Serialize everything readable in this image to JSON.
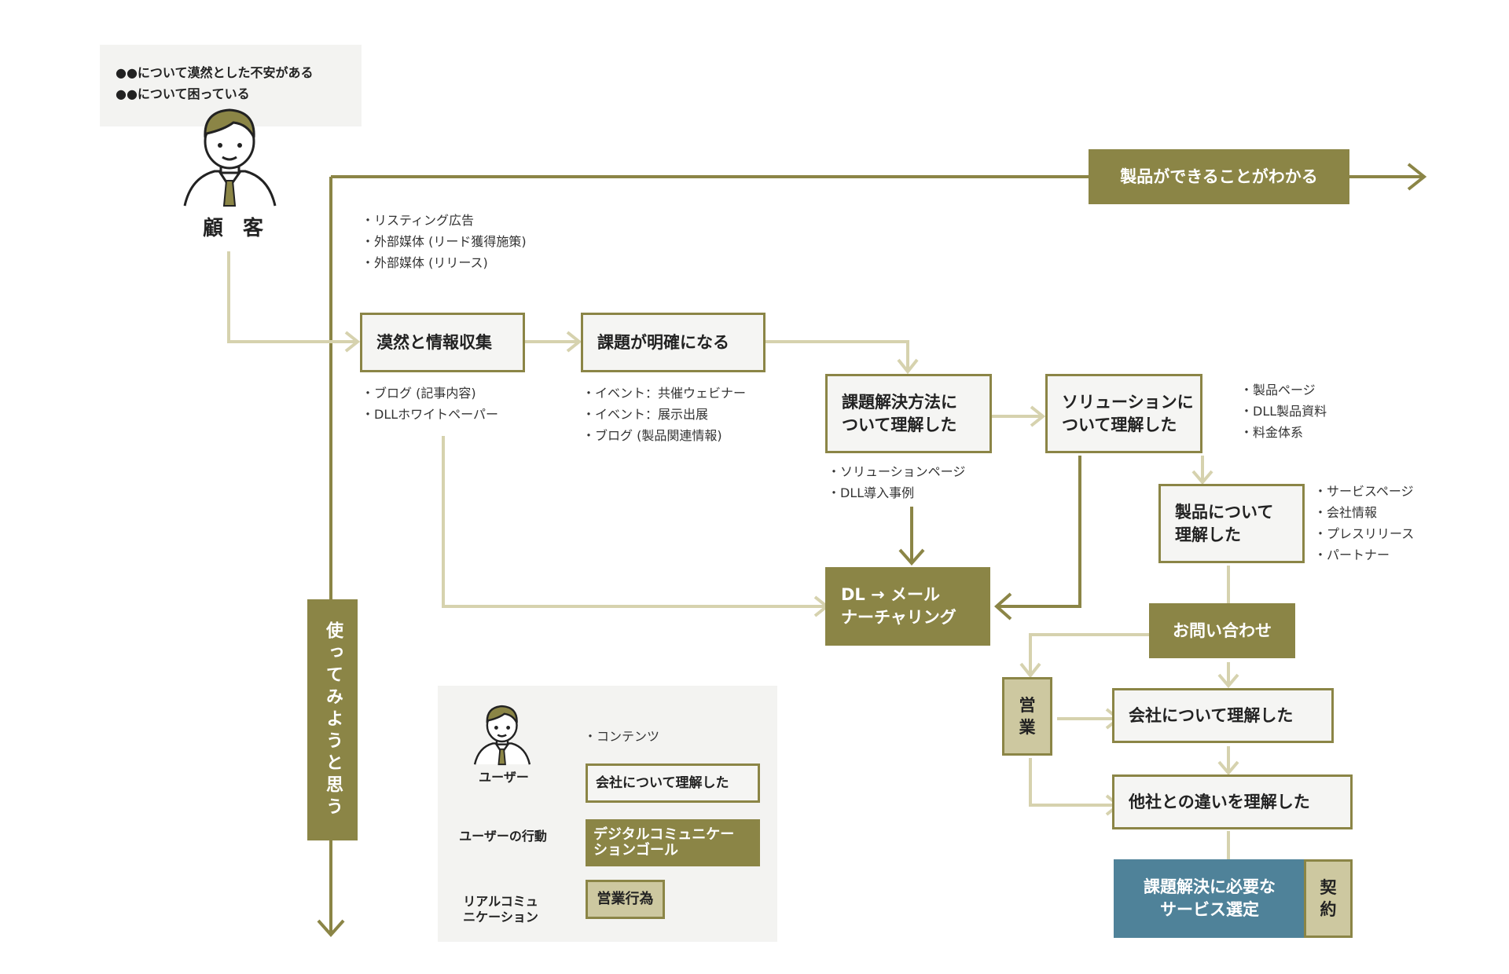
{
  "colors": {
    "olive": "#8b8546",
    "light_olive": "#cdc8a0",
    "real_line": "#d6d2ae",
    "teal": "#4f8299",
    "box_bg": "#f5f5f3"
  },
  "customer": {
    "icon": "businessman-icon",
    "thoughts": [
      "●●について漠然とした不安がある",
      "●●について困っている"
    ],
    "label": "顧 客"
  },
  "top_goal": "製品ができることがわかる",
  "try_bar": "使ってみようと思う",
  "content_lists": {
    "ads": [
      "・リスティング広告",
      "・外部媒体 (リード獲得施策)",
      "・外部媒体 (リリース)"
    ],
    "blog": [
      "・ブログ (記事内容)",
      "・DLLホワイトペーパー"
    ],
    "events": [
      "・イベント：共催ウェビナー",
      "・イベント：展示出展",
      "・ブログ (製品関連情報)"
    ],
    "solution_pages": [
      "・ソリューションページ",
      "・DLL導入事例"
    ],
    "product_pages": [
      "・製品ページ",
      "・DLL製品資料",
      "・料金体系"
    ],
    "service_pages": [
      "・サービスページ",
      "・会社情報",
      "・プレスリリース",
      "・パートナー"
    ]
  },
  "steps": {
    "info_gathering": "漠然と情報収集",
    "issue_clear": "課題が明確になる",
    "solution_method": "課題解決方法に\nついて理解した",
    "solution_understood": "ソリューションに\nついて理解した",
    "product_understood": "製品について\n理解した",
    "company_understood": "会社について理解した",
    "difference_understood": "他社との違いを理解した"
  },
  "goals": {
    "dl_nurturing": "DL → メール\nナーチャリング",
    "inquiry": "お問い合わせ"
  },
  "sales_actions": {
    "sales": "営\n業",
    "contract": "契\n約"
  },
  "final": "課題解決に必要な\nサービス選定",
  "legend": {
    "user_label": "ユーザー",
    "user_action_label": "ユーザーの行動",
    "real_comm_label": "リアルコミュ\nニケーション",
    "content_label": "・コンテンツ",
    "step_example": "会社について理解した",
    "goal_example": "デジタルコミュニケー\nションゴール",
    "sales_example": "営業行為"
  }
}
